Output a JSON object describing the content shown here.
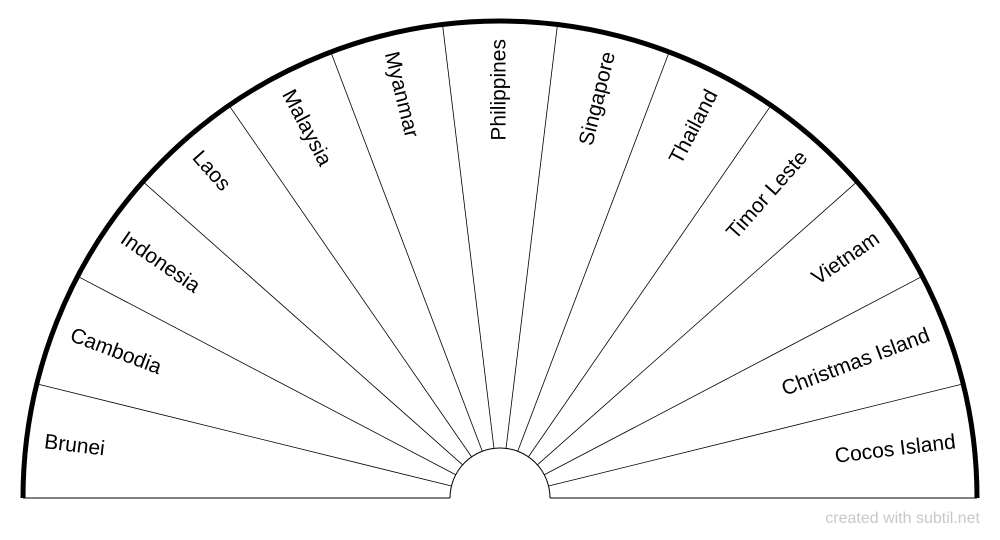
{
  "chart_data": {
    "type": "semicircle-chart",
    "sectors": [
      "Brunei",
      "Cambodia",
      "Indonesia",
      "Laos",
      "Malaysia",
      "Myanmar",
      "Philippines",
      "Singapore",
      "Thailand",
      "Timor Leste",
      "Vietnam",
      "Christmas Island",
      "Cocos Island"
    ]
  },
  "credit": "created with subtil.net",
  "colors": {
    "stroke": "#000000",
    "credit_text": "#c8c8c8",
    "background": "#ffffff"
  }
}
